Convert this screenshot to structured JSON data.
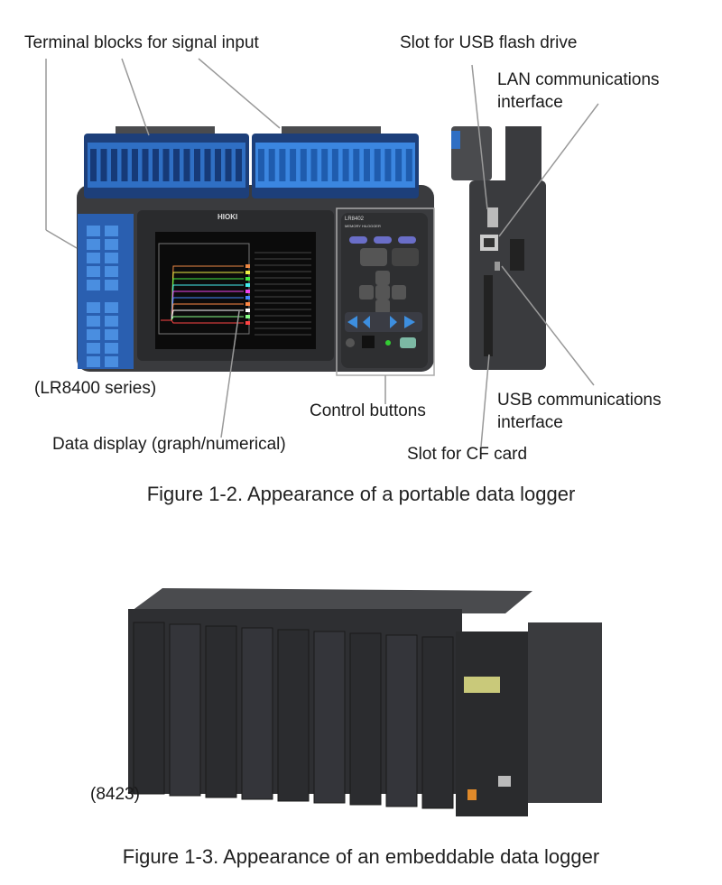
{
  "figure1": {
    "labels": {
      "terminal_blocks": "Terminal blocks for signal input",
      "usb_slot": "Slot for USB flash drive",
      "lan_line1": "LAN communications",
      "lan_line2": "interface",
      "series": "(LR8400 series)",
      "control_buttons": "Control buttons",
      "usb_comm_line1": "USB communications",
      "usb_comm_line2": "interface",
      "data_display": "Data display (graph/numerical)",
      "cf_slot": "Slot for CF card"
    },
    "device_text": {
      "brand": "HIOKI",
      "model": "LR8402",
      "subtitle": "MEMORY HiLOGGER"
    },
    "caption": "Figure 1-2. Appearance of a portable data logger"
  },
  "figure2": {
    "model_label": "(8423)",
    "caption": "Figure 1-3. Appearance of an embeddable data logger"
  },
  "colors": {
    "body": "#3a3b3e",
    "terminal_blue": "#2f6fc4",
    "screen": "#0b0b0b"
  }
}
